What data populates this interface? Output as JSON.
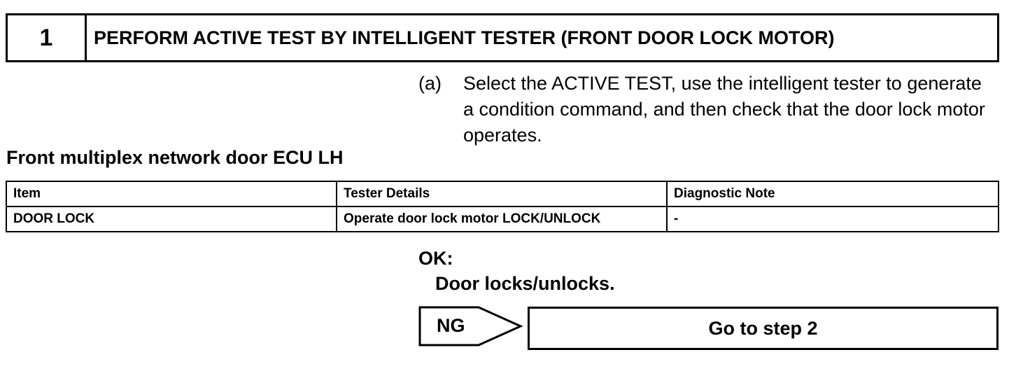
{
  "step": {
    "number": "1",
    "title": "PERFORM ACTIVE TEST BY INTELLIGENT TESTER (FRONT DOOR LOCK MOTOR)"
  },
  "instruction": {
    "marker": "(a)",
    "text": "Select the ACTIVE TEST, use the intelligent tester to generate a condition command, and then check that the door lock motor operates."
  },
  "section_title": "Front multiplex network door ECU LH",
  "table": {
    "headers": [
      "Item",
      "Tester Details",
      "Diagnostic Note"
    ],
    "rows": [
      [
        "DOOR LOCK",
        "Operate door lock motor LOCK/UNLOCK",
        "-"
      ]
    ]
  },
  "result": {
    "ok_label": "OK:",
    "ok_value": "Door locks/unlocks."
  },
  "ng_branch": {
    "label": "NG",
    "goto": "Go to step 2"
  }
}
